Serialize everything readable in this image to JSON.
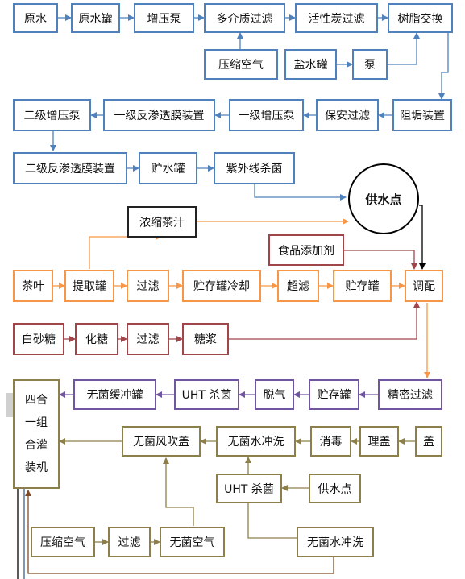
{
  "colors": {
    "blue": "#4f81bd",
    "black": "#000000",
    "red": "#a0464b",
    "orange": "#f79646",
    "purple": "#7055a0",
    "olive": "#8c7f4a",
    "brown": "#7f4b28"
  },
  "nodes": {
    "yuanshui": "原水",
    "yuanshuiguan": "原水罐",
    "zengyabeng": "增压泵",
    "duojiezhi": "多介质过滤",
    "huoxingtan": "活性炭过滤",
    "shuzhi": "树脂交换",
    "yasuokongqi1": "压缩空气",
    "yanshuiguan": "盐水罐",
    "beng": "泵",
    "zugou": "阻垢装置",
    "baoan": "保安过滤",
    "yijizengya": "一级增压泵",
    "yijifanshentou": "一级反渗透膜装置",
    "erjizengya": "二级增压泵",
    "erjifanshentou": "二级反渗透膜装置",
    "zhushuiguan": "贮水罐",
    "ziwaixian": "紫外线杀菌",
    "gongshuidian": "供水点",
    "nongsuochazhi": "浓缩茶汁",
    "shipintianjiaji": "食品添加剂",
    "chaye": "茶叶",
    "tiquguan": "提取罐",
    "guolv1": "过滤",
    "zhucunguanlengque": "贮存罐冷却",
    "chaolv": "超滤",
    "zhucunguan1": "贮存罐",
    "tiaopei": "调配",
    "baishatang": "白砂糖",
    "huatang": "化糖",
    "guolv2": "过滤",
    "tangjiang": "糖浆",
    "jingmiguolv": "精密过滤",
    "zhucunguan2": "贮存罐",
    "tuoqi": "脱气",
    "uht1": "UHT 杀菌",
    "wujunhuanchong": "无菌缓冲罐",
    "gai": "盖",
    "ligai": "理盖",
    "xiaodu": "消毒",
    "wujunshuichongxi1": "无菌水冲洗",
    "wujunfengchuigai": "无菌风吹盖",
    "uht2": "UHT 杀菌",
    "gongshuidian2": "供水点",
    "yasuokongqi2": "压缩空气",
    "guolv3": "过滤",
    "wujunkongqi": "无菌空气",
    "wujunshuichongxi2": "无菌水冲洗",
    "sihe": [
      "四合",
      "一组",
      "合灌",
      "装机"
    ]
  }
}
